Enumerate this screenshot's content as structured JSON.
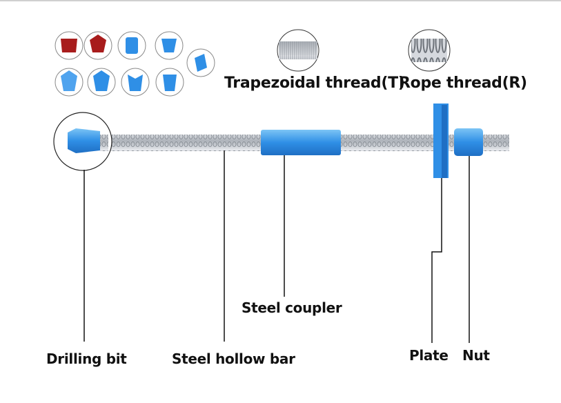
{
  "thread_types": {
    "trapezoidal": "Trapezoidal thread(T)",
    "rope": "Rope thread(R)"
  },
  "parts": {
    "drilling_bit": "Drilling bit",
    "steel_hollow_bar": "Steel hollow bar",
    "steel_coupler": "Steel coupler",
    "plate": "Plate",
    "nut": "Nut"
  },
  "colors": {
    "blue": "#2f8fe6",
    "red": "#a81c1c",
    "steel": "#c8ccd2"
  }
}
